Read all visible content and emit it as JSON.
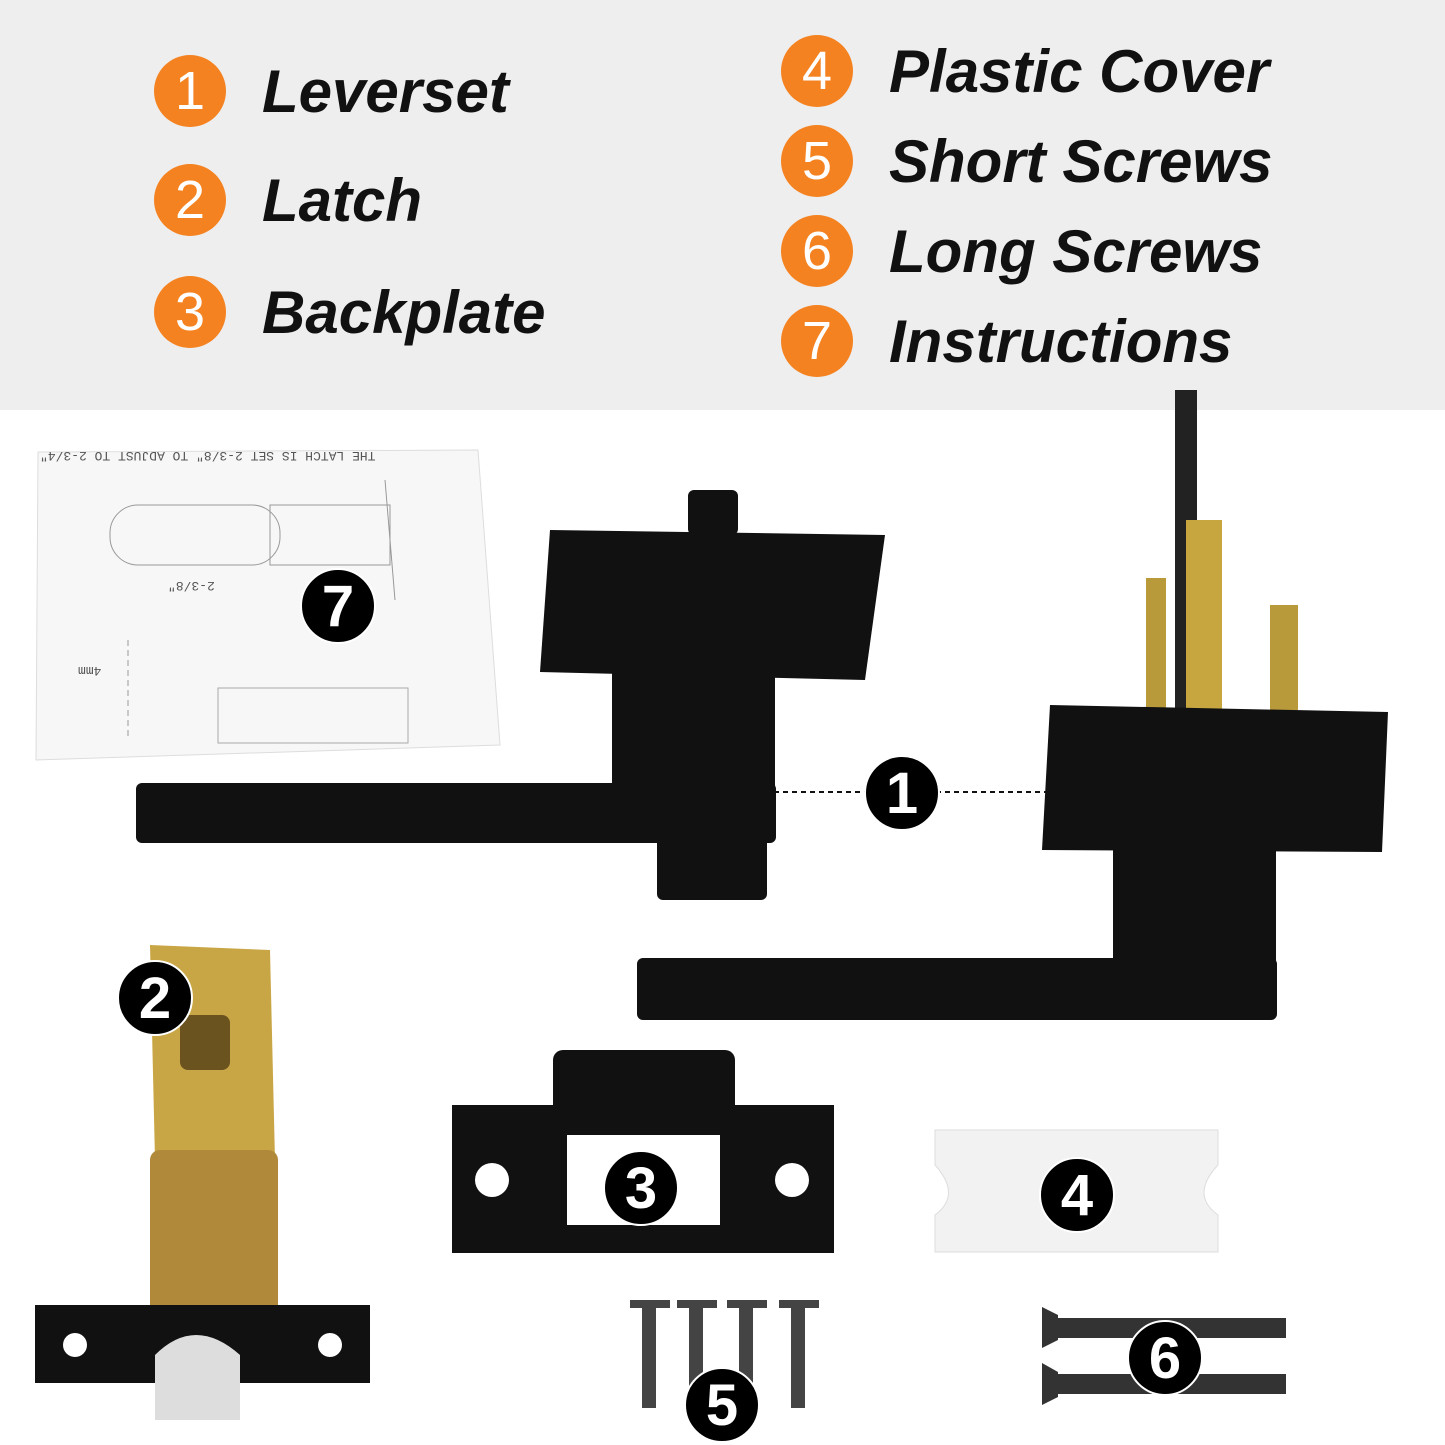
{
  "legend": [
    {
      "num": "1",
      "label": "Leverset"
    },
    {
      "num": "2",
      "label": "Latch"
    },
    {
      "num": "3",
      "label": "Backplate"
    },
    {
      "num": "4",
      "label": "Plastic Cover"
    },
    {
      "num": "5",
      "label": "Short Screws"
    },
    {
      "num": "6",
      "label": "Long Screws"
    },
    {
      "num": "7",
      "label": "Instructions"
    }
  ],
  "instructions_sheet": {
    "header": "THE LATCH IS SET 2-3/8\" TO ADJUST TO 2-3/4\"",
    "dimension": "2-3/8\"",
    "measure": "4mm"
  },
  "colors": {
    "accent": "#f58220",
    "band": "#eeeeee",
    "part": "#111111"
  }
}
